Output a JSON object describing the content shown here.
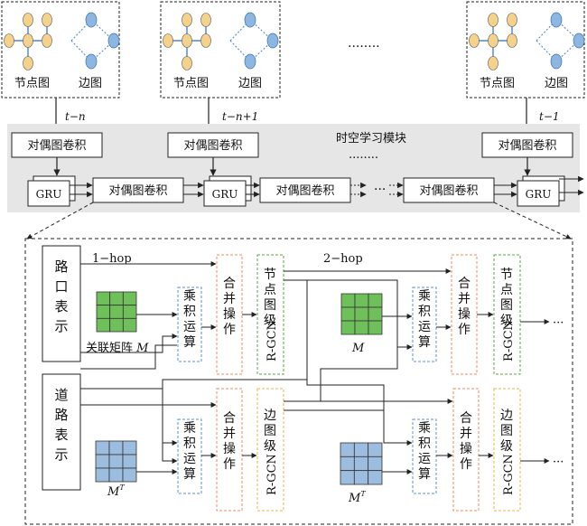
{
  "top": {
    "node_graph_label": "节点图",
    "edge_graph_label": "边图",
    "ellipsis": "........",
    "time_labels": [
      "t−n",
      "t−n+1",
      "t−1"
    ]
  },
  "module": {
    "title": "时空学习模块",
    "dots": "........",
    "conv_label": "对偶图卷积",
    "gru_label": "GRU",
    "chain_dots": "···"
  },
  "detail": {
    "hop1": "1−hop",
    "hop2": "2−hop",
    "intersection_repr": "路口表示",
    "road_repr": "道路表示",
    "incidence_matrix": "关联矩阵",
    "m_symbol": "M",
    "mt_symbol": "M",
    "t_sup": "T",
    "product_op": "乘积运算",
    "merge_op": "合并操作",
    "node_level": "节点图级",
    "edge_level": "边图级",
    "rgcn": "R-GCN",
    "out_dots": "···"
  },
  "colors": {
    "node_fill": "#f5d28c",
    "edge_fill": "#8db6e0",
    "matrix_green": "#6fc05a",
    "matrix_blue": "#9dbde0",
    "module_bg": "#e6e6e6",
    "purple_dash": "#7b6fc9",
    "orange_dash": "#ef8a5e",
    "green_dash": "#5aa644",
    "yellow_dash": "#e8b54a",
    "blue_dash": "#5b8fd6"
  }
}
